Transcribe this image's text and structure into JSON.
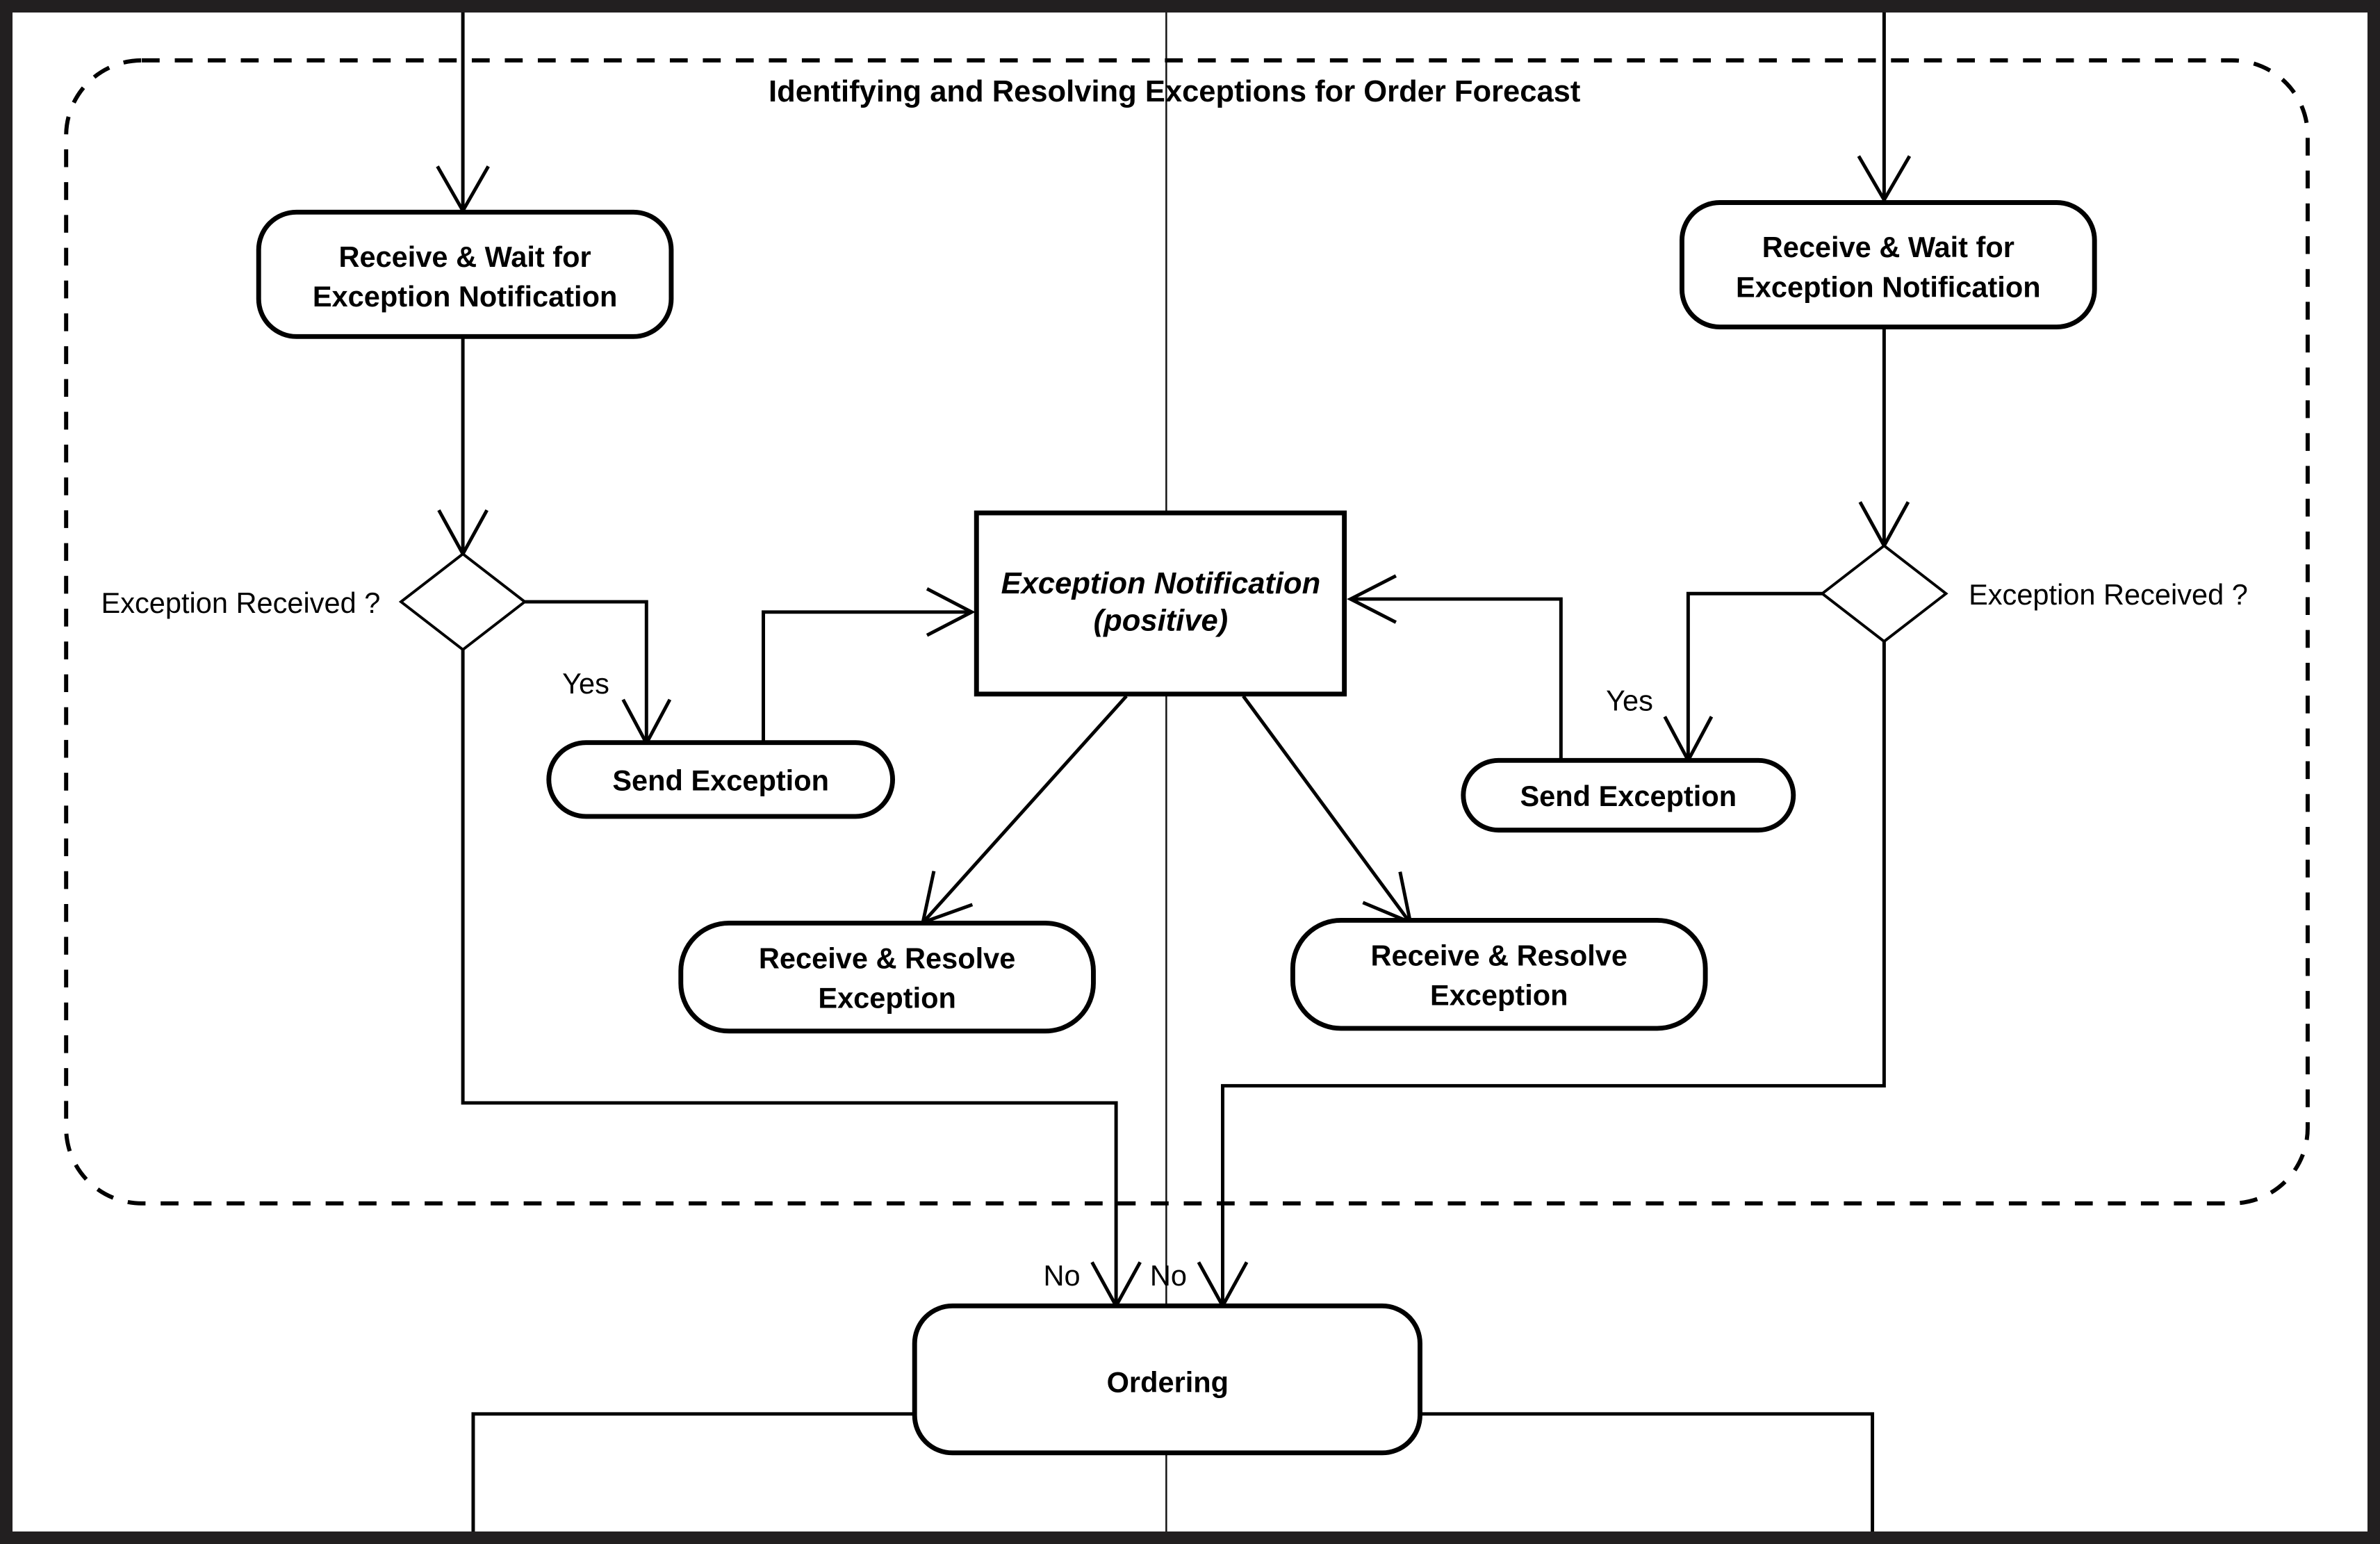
{
  "diagram": {
    "type": "uml-activity-diagram",
    "title": "Identifying and Resolving Exceptions for Order Forecast",
    "region_label": "Identifying and Resolving Exceptions for Order Forecast",
    "border_color": "#221f20",
    "line_color": "#000000",
    "background": "#ffffff"
  },
  "nodes": {
    "receive_wait_left": {
      "shape": "rounded-activity",
      "line1": "Receive & Wait for",
      "line2": "Exception Notification"
    },
    "receive_wait_right": {
      "shape": "rounded-activity",
      "line1": "Receive & Wait for",
      "line2": "Exception Notification"
    },
    "decision_left": {
      "shape": "diamond",
      "guard": "Exception Received ?"
    },
    "decision_right": {
      "shape": "diamond",
      "guard": "Exception Received ?"
    },
    "send_exception_left": {
      "shape": "rounded-activity",
      "label": "Send Exception"
    },
    "send_exception_right": {
      "shape": "rounded-activity",
      "label": "Send Exception"
    },
    "exception_notification": {
      "shape": "rectangle-signal",
      "line1": "Exception Notification",
      "line2": "(positive)"
    },
    "resolve_left": {
      "shape": "rounded-activity",
      "line1": "Receive & Resolve",
      "line2": "Exception"
    },
    "resolve_right": {
      "shape": "rounded-activity",
      "line1": "Receive & Resolve",
      "line2": "Exception"
    },
    "ordering": {
      "shape": "rounded-activity",
      "label": "Ordering"
    }
  },
  "edge_labels": {
    "yes_left": "Yes",
    "yes_right": "Yes",
    "no_left": "No",
    "no_right": "No"
  }
}
